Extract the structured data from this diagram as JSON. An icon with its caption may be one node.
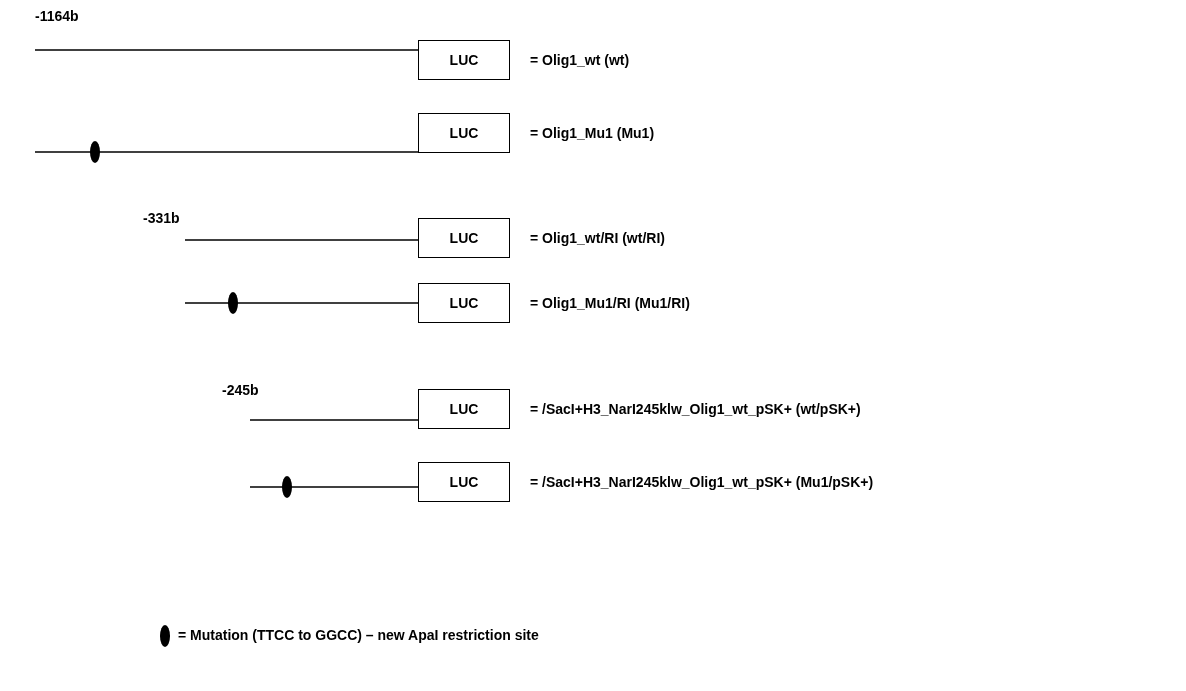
{
  "diagram": {
    "nodes": [
      {
        "text": [
          "LUC"
        ],
        "beside": [
          "= Olig1_wt (wt)"
        ]
      },
      {
        "text": [
          "LUC"
        ],
        "beside": [
          "= Olig1_Mu1 (Mu1)"
        ]
      },
      {
        "text": [
          "LUC"
        ],
        "beside": [
          "= Olig1_wt/RI (wt/RI)"
        ]
      },
      {
        "text": [
          "LUC"
        ],
        "beside": [
          "= Olig1_Mu1/RI (Mu1/RI)"
        ]
      },
      {
        "text": [
          "LUC"
        ],
        "beside": [
          "= /SacI+H3_NarI245klw_Olig1_wt_pSK+ (wt/pSK+)"
        ]
      },
      {
        "text": [
          "LUC"
        ],
        "beside": [
          "= /SacI+H3_NarI245klw_Olig1_wt_pSK+ (Mu1/pSK+)"
        ]
      }
    ],
    "labels": [
      "-1164b",
      "-331b",
      "-245b"
    ],
    "legend": [
      {
        "text": "= Mutation (TTCC to GGCC) – new ApaI restriction site"
      }
    ]
  }
}
